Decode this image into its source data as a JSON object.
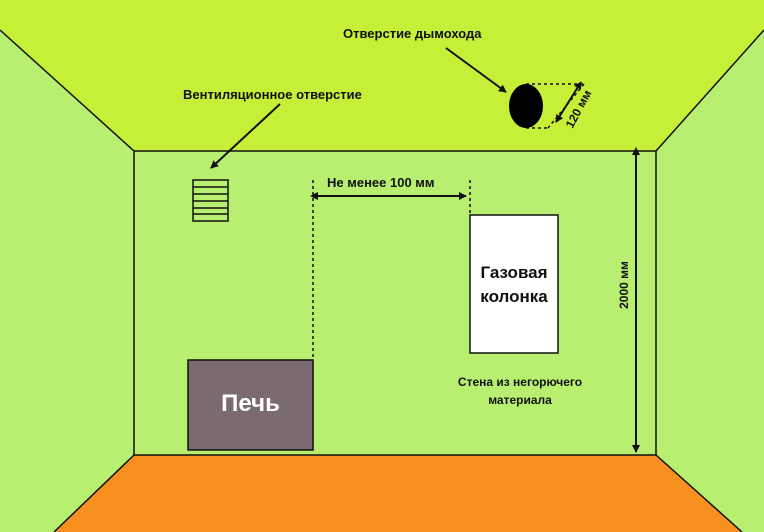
{
  "diagram": {
    "colors": {
      "ceiling": "#c5f037",
      "wall": "#b9ef71",
      "floor": "#f7901e",
      "stove": "#7b6a6f",
      "heater": "#ffffff",
      "line": "#111111"
    },
    "labels": {
      "chimney_hole": "Отверстие дымохода",
      "chimney_diameter": "120 мм",
      "vent_hole": "Вентиляционное отверстие",
      "min_distance": "Не менее 100 мм",
      "height": "2000 мм",
      "heater_line1": "Газовая",
      "heater_line2": "колонка",
      "stove": "Печь",
      "wall_note_line1": "Стена из негорючего",
      "wall_note_line2": "материала"
    }
  }
}
